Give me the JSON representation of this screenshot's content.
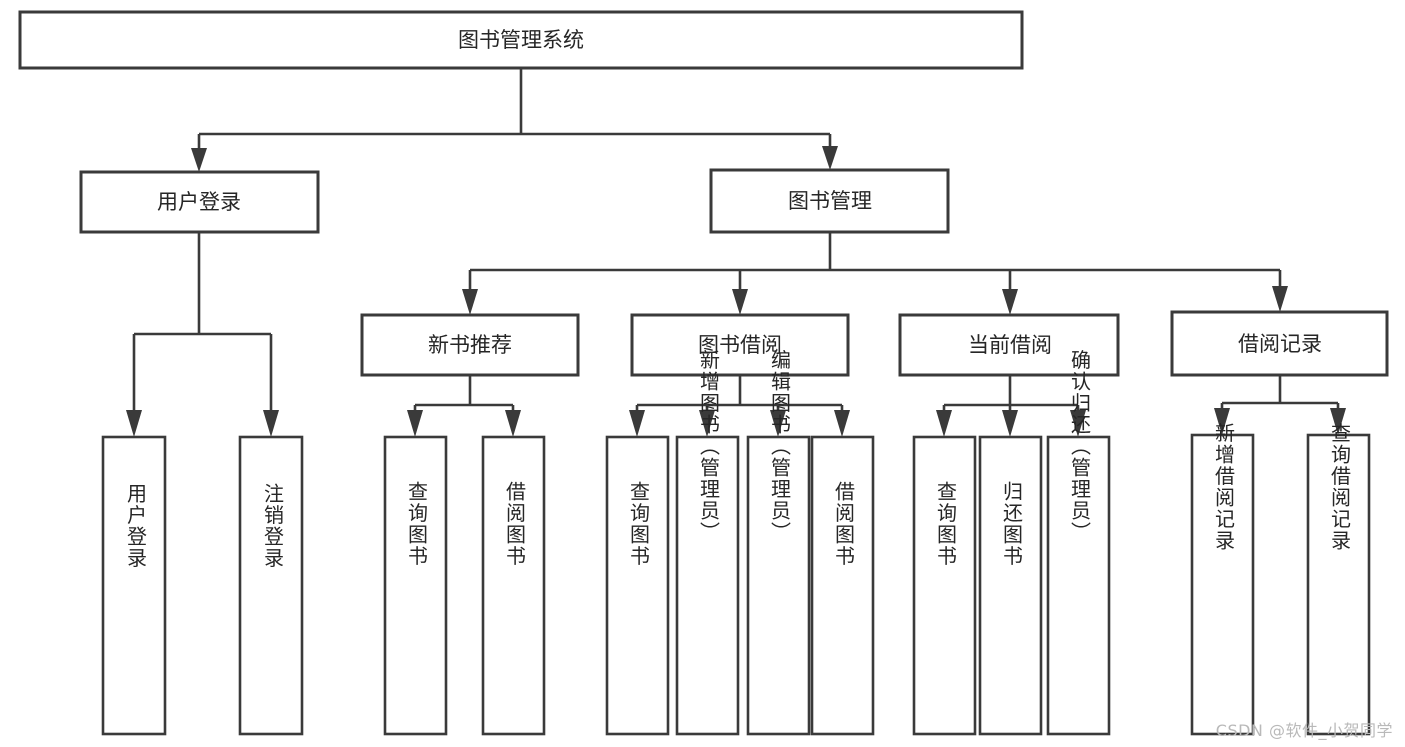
{
  "diagram": {
    "title": "图书管理系统",
    "type": "tree-hierarchy-chart",
    "root": {
      "id": "root",
      "label": "图书管理系统",
      "orientation": "horizontal"
    },
    "level2": [
      {
        "id": "user-login",
        "label": "用户登录",
        "orientation": "horizontal"
      },
      {
        "id": "book-manage",
        "label": "图书管理",
        "orientation": "horizontal"
      }
    ],
    "level3": [
      {
        "id": "new-book-recommend",
        "label": "新书推荐",
        "orientation": "horizontal",
        "parent": "book-manage"
      },
      {
        "id": "book-borrow",
        "label": "图书借阅",
        "orientation": "horizontal",
        "parent": "book-manage"
      },
      {
        "id": "current-borrow",
        "label": "当前借阅",
        "orientation": "horizontal",
        "parent": "book-manage"
      },
      {
        "id": "borrow-record",
        "label": "借阅记录",
        "orientation": "horizontal",
        "parent": "book-manage"
      }
    ],
    "leaves": [
      {
        "id": "leaf-user-login",
        "label": "用户登录",
        "orientation": "vertical",
        "parent": "user-login"
      },
      {
        "id": "leaf-user-logout",
        "label": "注销登录",
        "orientation": "vertical",
        "parent": "user-login"
      },
      {
        "id": "leaf-query-book-1",
        "label": "查询图书",
        "orientation": "vertical",
        "parent": "new-book-recommend"
      },
      {
        "id": "leaf-borrow-book-1",
        "label": "借阅图书",
        "orientation": "vertical",
        "parent": "new-book-recommend"
      },
      {
        "id": "leaf-query-book-2",
        "label": "查询图书",
        "orientation": "vertical",
        "parent": "book-borrow"
      },
      {
        "id": "leaf-add-book",
        "label": "新增图书（管理员）",
        "orientation": "vertical",
        "parent": "book-borrow"
      },
      {
        "id": "leaf-edit-book",
        "label": "编辑图书（管理员）",
        "orientation": "vertical",
        "parent": "book-borrow"
      },
      {
        "id": "leaf-borrow-book-2",
        "label": "借阅图书",
        "orientation": "vertical",
        "parent": "book-borrow"
      },
      {
        "id": "leaf-query-book-3",
        "label": "查询图书",
        "orientation": "vertical",
        "parent": "current-borrow"
      },
      {
        "id": "leaf-return-book",
        "label": "归还图书",
        "orientation": "vertical",
        "parent": "current-borrow"
      },
      {
        "id": "leaf-confirm-return",
        "label": "确认归还（管理员）",
        "orientation": "vertical",
        "parent": "current-borrow"
      },
      {
        "id": "leaf-add-record",
        "label": "新增借阅记录",
        "orientation": "vertical",
        "parent": "borrow-record"
      },
      {
        "id": "leaf-query-record",
        "label": "查询借阅记录",
        "orientation": "vertical",
        "parent": "borrow-record"
      }
    ],
    "colors": {
      "stroke": "#3a3a3a",
      "fill": "#ffffff",
      "text": "#262626",
      "watermark": "#b9b9b9"
    }
  },
  "watermark": {
    "text": "CSDN @软件_小贺同学"
  }
}
